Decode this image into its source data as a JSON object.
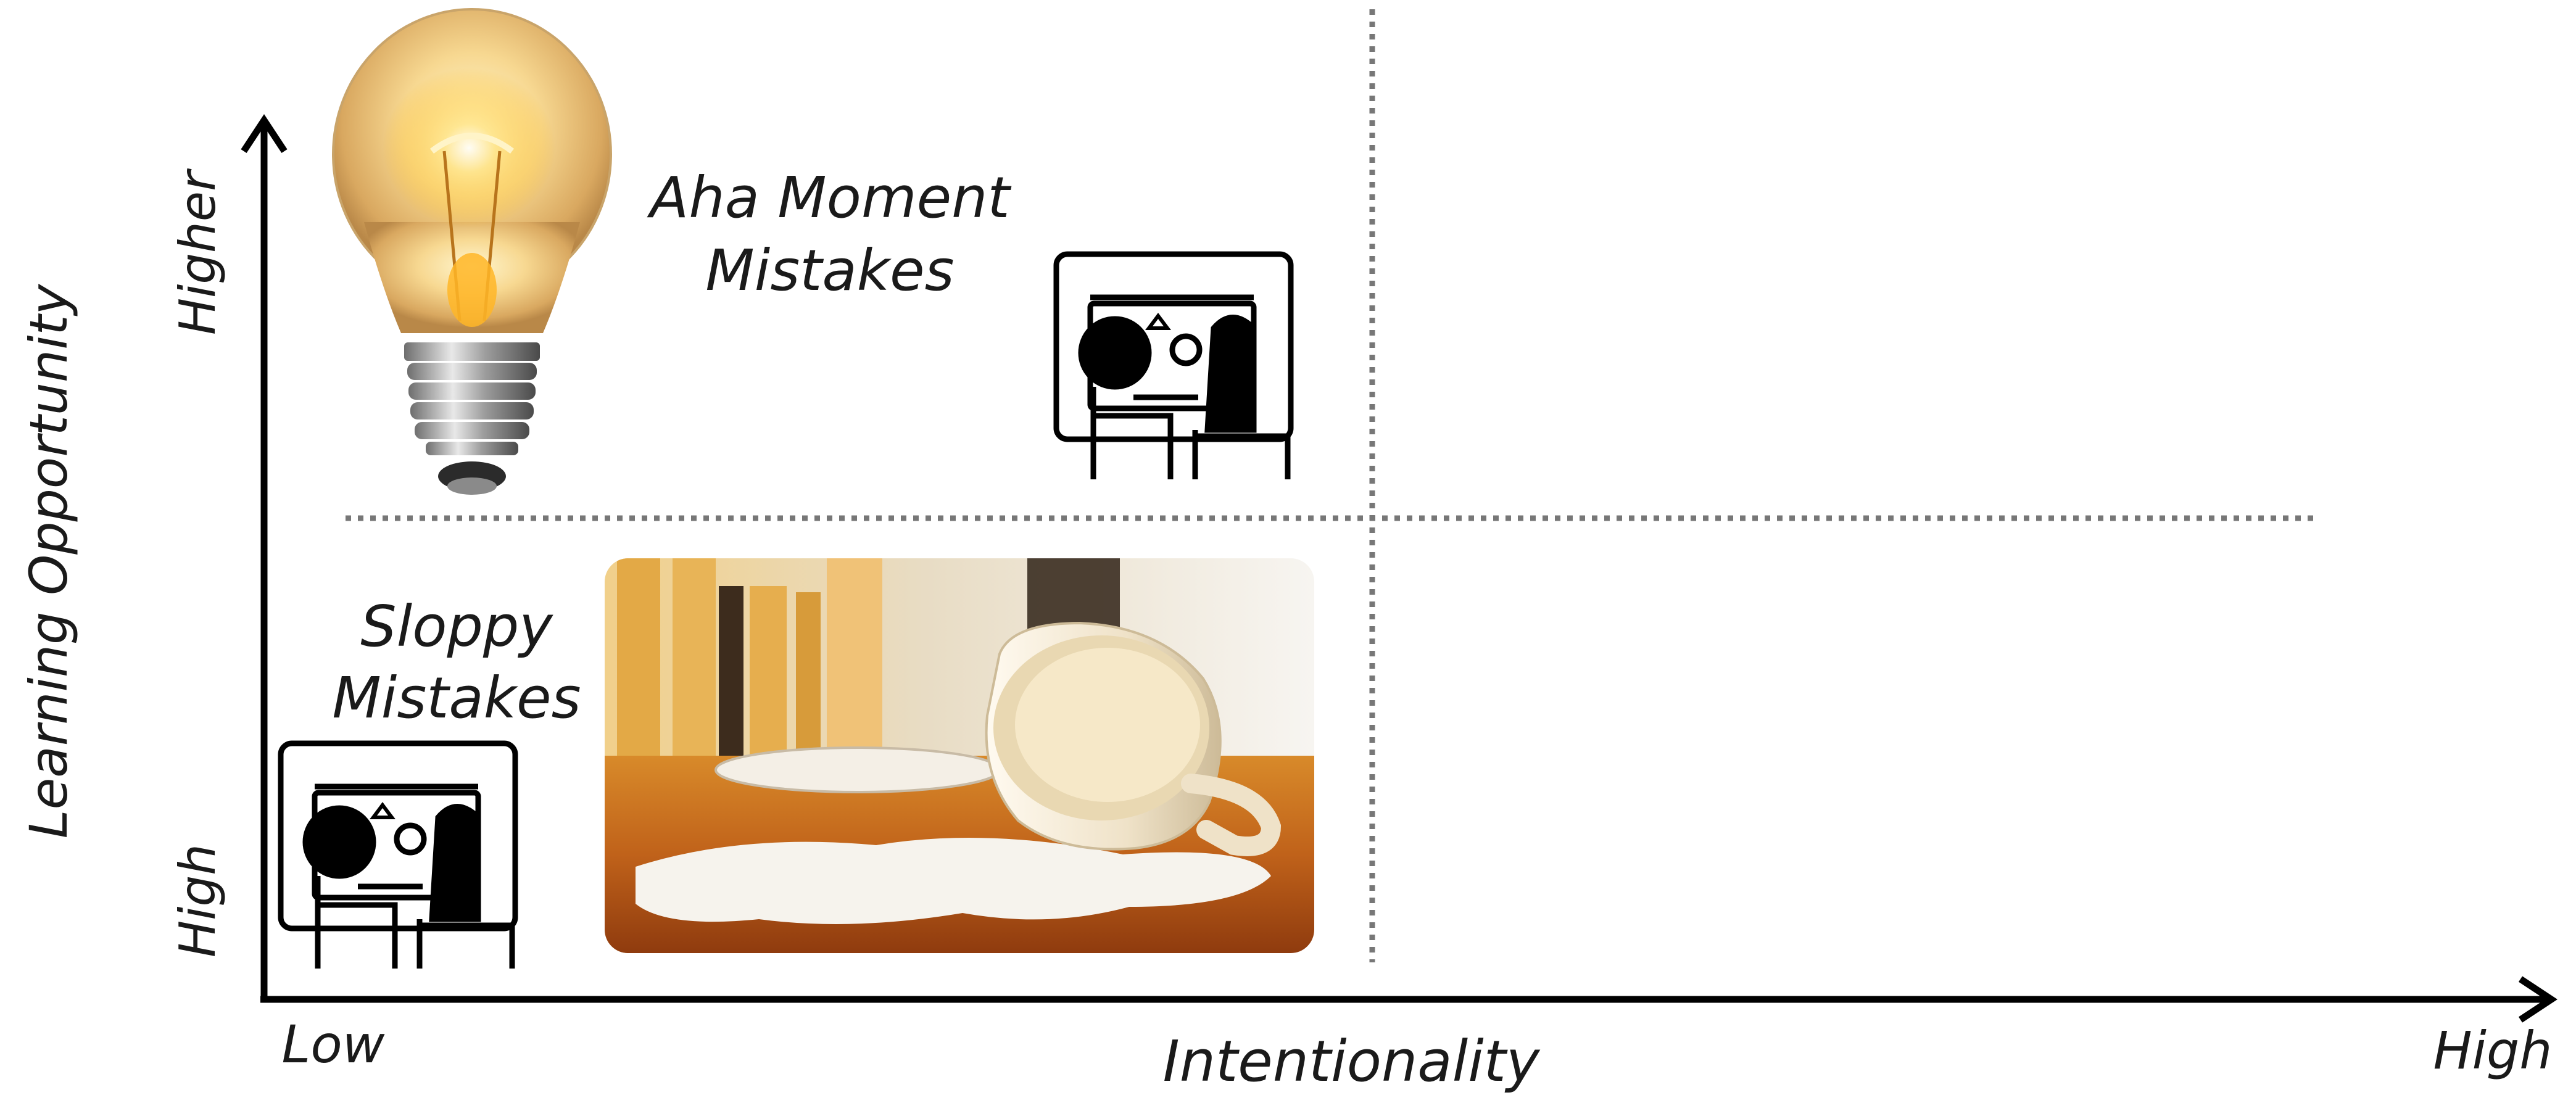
{
  "axes": {
    "y_label": "Learning Opportunity",
    "y_low": "High",
    "y_high": "Higher",
    "x_label": "Intentionality",
    "x_low": "Low",
    "x_high": "High"
  },
  "quadrants": {
    "top_left": {
      "title_line1": "Aha Moment",
      "title_line2": "Mistakes"
    },
    "bottom_left": {
      "title_line1": "Sloppy",
      "title_line2": "Mistakes"
    }
  },
  "icons": {
    "bulb": "light-bulb-photo",
    "cup": "spilled-coffee-cup-photo",
    "workers": "two-people-at-computer-icon"
  }
}
